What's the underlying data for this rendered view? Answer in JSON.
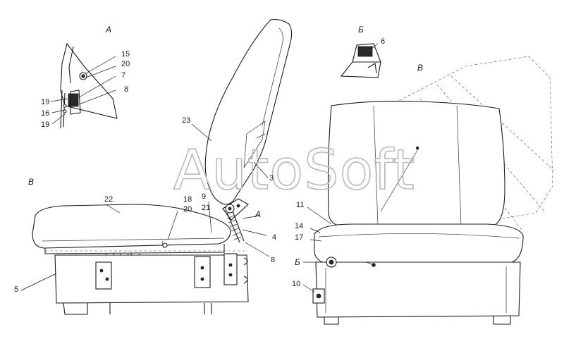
{
  "watermark": "AutoSoft",
  "views": {
    "a": "А",
    "b": "Б",
    "v_left": "В",
    "v_right": "В"
  },
  "callouts": {
    "c15": "15",
    "c20a": "20",
    "c7": "7",
    "c8a": "8",
    "c19a": "19",
    "c16": "16",
    "c19b": "19",
    "c6": "6",
    "c23": "23",
    "c3": "3",
    "c22": "22",
    "c18": "18",
    "c20b": "20",
    "c9": "9",
    "c21": "21",
    "c4": "4",
    "c8b": "8",
    "c5": "5",
    "c11": "11",
    "c14": "14",
    "c17": "17",
    "c10": "10",
    "a_ref": "А",
    "b_ref": "Б"
  }
}
